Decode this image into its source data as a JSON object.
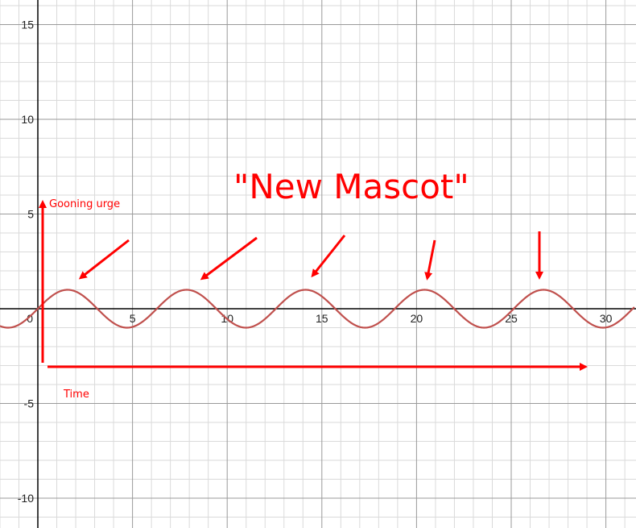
{
  "chart_data": {
    "type": "line",
    "title": "",
    "xlabel": "",
    "ylabel": "",
    "xlim": [
      -2,
      31.5
    ],
    "ylim": [
      -11.5,
      16.2
    ],
    "grid": true,
    "x_ticks": [
      5,
      10,
      15,
      20,
      25,
      30
    ],
    "y_ticks": [
      -10,
      -5,
      5,
      10,
      15
    ],
    "origin_label": "0",
    "series": [
      {
        "function": "sin",
        "amplitude": 1,
        "period": 6.2832,
        "x_range": [
          -2,
          31.5
        ],
        "color": "#c0504d",
        "peaks_x": [
          1.571,
          7.854,
          14.137,
          20.42,
          26.704
        ]
      }
    ],
    "annotations": {
      "headline": "\"New Mascot\"",
      "y_arrow_label": "Gooning urge",
      "x_arrow_label": "Time",
      "color": "#ff0000"
    }
  }
}
